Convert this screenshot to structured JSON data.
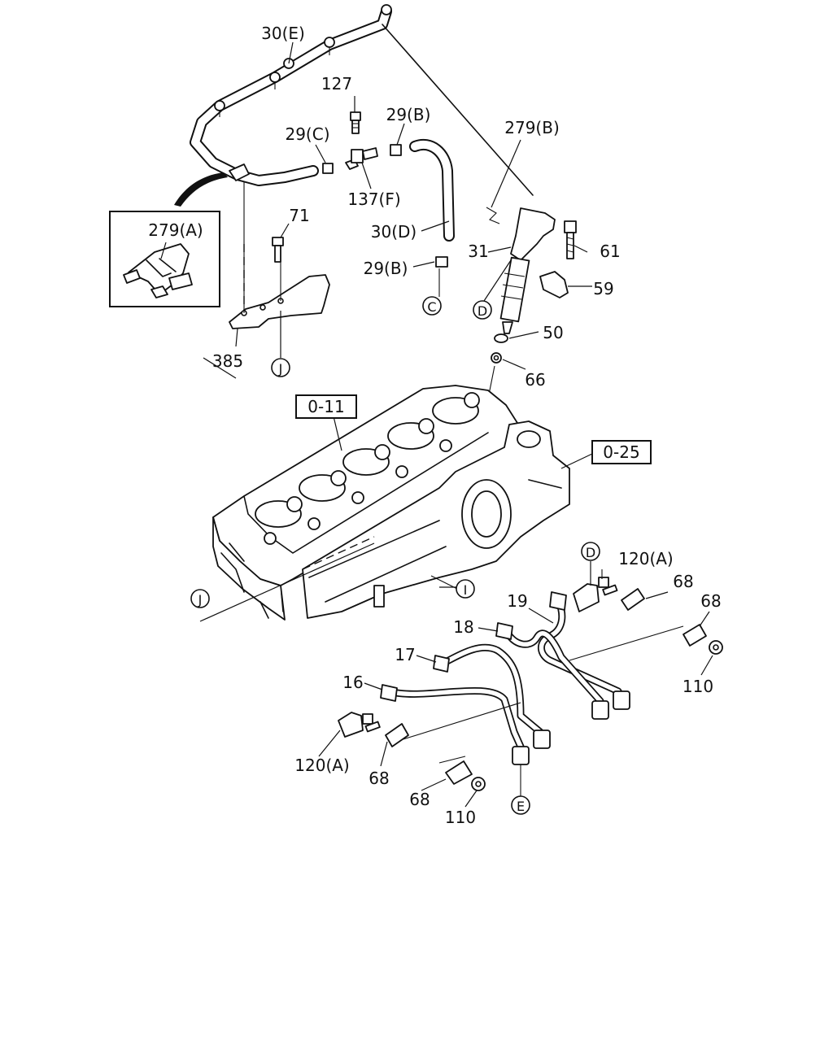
{
  "callouts": [
    {
      "id": "c-30e",
      "text": "30(E)"
    },
    {
      "id": "c-127",
      "text": "127"
    },
    {
      "id": "c-29b-top",
      "text": "29(B)"
    },
    {
      "id": "c-29c",
      "text": "29(C)"
    },
    {
      "id": "c-279b",
      "text": "279(B)"
    },
    {
      "id": "c-279a",
      "text": "279(A)"
    },
    {
      "id": "c-137f",
      "text": "137(F)"
    },
    {
      "id": "c-71",
      "text": "71"
    },
    {
      "id": "c-30d",
      "text": "30(D)"
    },
    {
      "id": "c-61",
      "text": "61"
    },
    {
      "id": "c-31",
      "text": "31"
    },
    {
      "id": "c-29b-low",
      "text": "29(B)"
    },
    {
      "id": "c-59",
      "text": "59"
    },
    {
      "id": "c-50",
      "text": "50"
    },
    {
      "id": "c-385",
      "text": "385"
    },
    {
      "id": "c-66",
      "text": "66"
    },
    {
      "id": "c-120a-top",
      "text": "120(A)"
    },
    {
      "id": "c-68-a",
      "text": "68"
    },
    {
      "id": "c-68-b",
      "text": "68"
    },
    {
      "id": "c-19",
      "text": "19"
    },
    {
      "id": "c-18",
      "text": "18"
    },
    {
      "id": "c-17",
      "text": "17"
    },
    {
      "id": "c-110-right",
      "text": "110"
    },
    {
      "id": "c-16",
      "text": "16"
    },
    {
      "id": "c-120a-low",
      "text": "120(A)"
    },
    {
      "id": "c-68-c",
      "text": "68"
    },
    {
      "id": "c-68-d",
      "text": "68"
    },
    {
      "id": "c-110-low",
      "text": "110"
    }
  ],
  "references": [
    {
      "id": "ref-0-11",
      "text": "0-11"
    },
    {
      "id": "ref-0-25",
      "text": "0-25"
    }
  ],
  "markers": [
    {
      "id": "m-c",
      "text": "C"
    },
    {
      "id": "m-d-top",
      "text": "D"
    },
    {
      "id": "m-j-top",
      "text": "J"
    },
    {
      "id": "m-d-low",
      "text": "D"
    },
    {
      "id": "m-i",
      "text": "I"
    },
    {
      "id": "m-j-low",
      "text": "J"
    },
    {
      "id": "m-e",
      "text": "E"
    }
  ]
}
